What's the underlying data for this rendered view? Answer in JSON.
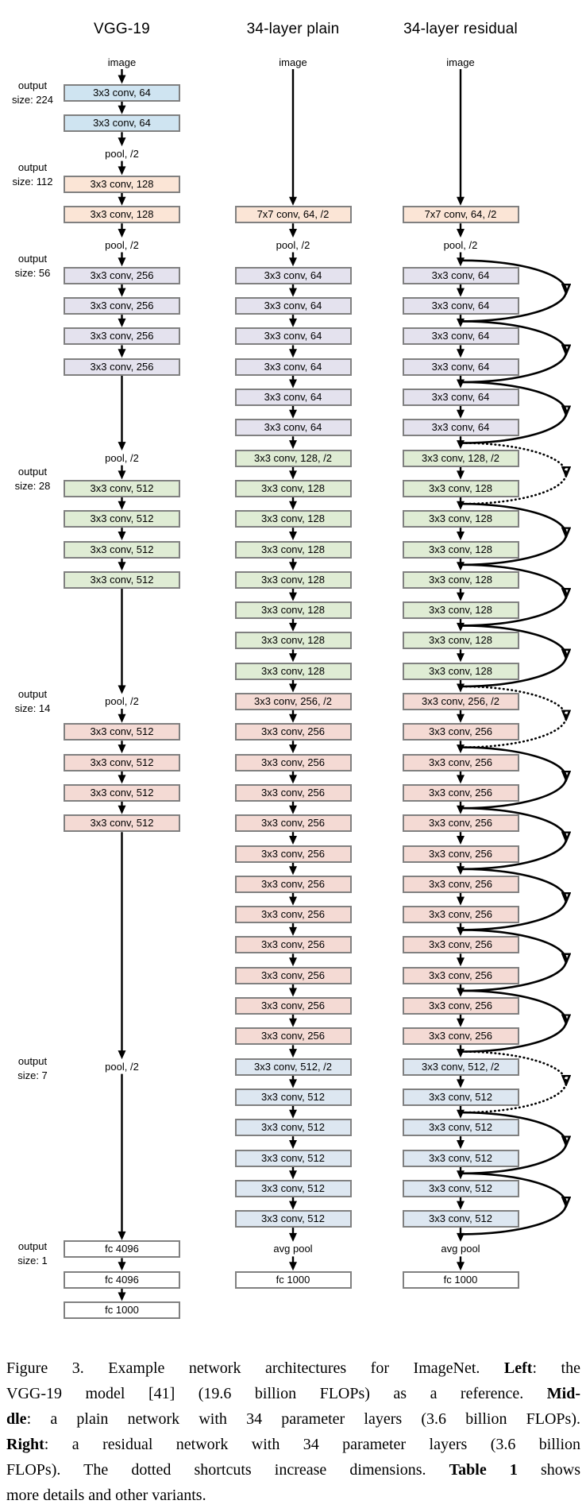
{
  "figure": {
    "columns": [
      {
        "id": "vgg19",
        "title": "VGG-19",
        "input_label": "image",
        "rows": [
          {
            "row": 0,
            "kind": "box",
            "label": "3x3 conv, 64",
            "color": "blue"
          },
          {
            "row": 1,
            "kind": "box",
            "label": "3x3 conv, 64",
            "color": "blue"
          },
          {
            "row": 2,
            "kind": "text",
            "label": "pool, /2"
          },
          {
            "row": 3,
            "kind": "box",
            "label": "3x3 conv, 128",
            "color": "orange"
          },
          {
            "row": 4,
            "kind": "box",
            "label": "3x3 conv, 128",
            "color": "orange"
          },
          {
            "row": 5,
            "kind": "text",
            "label": "pool, /2"
          },
          {
            "row": 6,
            "kind": "box",
            "label": "3x3 conv, 256",
            "color": "lavender"
          },
          {
            "row": 7,
            "kind": "box",
            "label": "3x3 conv, 256",
            "color": "lavender"
          },
          {
            "row": 8,
            "kind": "box",
            "label": "3x3 conv, 256",
            "color": "lavender"
          },
          {
            "row": 9,
            "kind": "box",
            "label": "3x3 conv, 256",
            "color": "lavender"
          },
          {
            "row": 12,
            "kind": "text",
            "label": "pool, /2"
          },
          {
            "row": 13,
            "kind": "box",
            "label": "3x3 conv, 512",
            "color": "green"
          },
          {
            "row": 14,
            "kind": "box",
            "label": "3x3 conv, 512",
            "color": "green"
          },
          {
            "row": 15,
            "kind": "box",
            "label": "3x3 conv, 512",
            "color": "green"
          },
          {
            "row": 16,
            "kind": "box",
            "label": "3x3 conv, 512",
            "color": "green"
          },
          {
            "row": 20,
            "kind": "text",
            "label": "pool, /2"
          },
          {
            "row": 21,
            "kind": "box",
            "label": "3x3 conv, 512",
            "color": "pink"
          },
          {
            "row": 22,
            "kind": "box",
            "label": "3x3 conv, 512",
            "color": "pink"
          },
          {
            "row": 23,
            "kind": "box",
            "label": "3x3 conv, 512",
            "color": "pink"
          },
          {
            "row": 24,
            "kind": "box",
            "label": "3x3 conv, 512",
            "color": "pink"
          },
          {
            "row": 32,
            "kind": "text",
            "label": "pool, /2"
          },
          {
            "row": 38,
            "kind": "box",
            "label": "fc 4096",
            "color": "white"
          },
          {
            "row": 39,
            "kind": "box",
            "label": "fc 4096",
            "color": "white"
          },
          {
            "row": 40,
            "kind": "box",
            "label": "fc 1000",
            "color": "white"
          }
        ],
        "shortcuts": []
      },
      {
        "id": "plain34",
        "title": "34-layer plain",
        "input_label": "image",
        "rows": [
          {
            "row": 4,
            "kind": "box",
            "label": "7x7 conv, 64, /2",
            "color": "orange"
          },
          {
            "row": 5,
            "kind": "text",
            "label": "pool, /2"
          },
          {
            "row": 6,
            "kind": "box",
            "label": "3x3 conv, 64",
            "color": "lavender"
          },
          {
            "row": 7,
            "kind": "box",
            "label": "3x3 conv, 64",
            "color": "lavender"
          },
          {
            "row": 8,
            "kind": "box",
            "label": "3x3 conv, 64",
            "color": "lavender"
          },
          {
            "row": 9,
            "kind": "box",
            "label": "3x3 conv, 64",
            "color": "lavender"
          },
          {
            "row": 10,
            "kind": "box",
            "label": "3x3 conv, 64",
            "color": "lavender"
          },
          {
            "row": 11,
            "kind": "box",
            "label": "3x3 conv, 64",
            "color": "lavender"
          },
          {
            "row": 12,
            "kind": "box",
            "label": "3x3 conv, 128, /2",
            "color": "green"
          },
          {
            "row": 13,
            "kind": "box",
            "label": "3x3 conv, 128",
            "color": "green"
          },
          {
            "row": 14,
            "kind": "box",
            "label": "3x3 conv, 128",
            "color": "green"
          },
          {
            "row": 15,
            "kind": "box",
            "label": "3x3 conv, 128",
            "color": "green"
          },
          {
            "row": 16,
            "kind": "box",
            "label": "3x3 conv, 128",
            "color": "green"
          },
          {
            "row": 17,
            "kind": "box",
            "label": "3x3 conv, 128",
            "color": "green"
          },
          {
            "row": 18,
            "kind": "box",
            "label": "3x3 conv, 128",
            "color": "green"
          },
          {
            "row": 19,
            "kind": "box",
            "label": "3x3 conv, 128",
            "color": "green"
          },
          {
            "row": 20,
            "kind": "box",
            "label": "3x3 conv, 256, /2",
            "color": "pink"
          },
          {
            "row": 21,
            "kind": "box",
            "label": "3x3 conv, 256",
            "color": "pink"
          },
          {
            "row": 22,
            "kind": "box",
            "label": "3x3 conv, 256",
            "color": "pink"
          },
          {
            "row": 23,
            "kind": "box",
            "label": "3x3 conv, 256",
            "color": "pink"
          },
          {
            "row": 24,
            "kind": "box",
            "label": "3x3 conv, 256",
            "color": "pink"
          },
          {
            "row": 25,
            "kind": "box",
            "label": "3x3 conv, 256",
            "color": "pink"
          },
          {
            "row": 26,
            "kind": "box",
            "label": "3x3 conv, 256",
            "color": "pink"
          },
          {
            "row": 27,
            "kind": "box",
            "label": "3x3 conv, 256",
            "color": "pink"
          },
          {
            "row": 28,
            "kind": "box",
            "label": "3x3 conv, 256",
            "color": "pink"
          },
          {
            "row": 29,
            "kind": "box",
            "label": "3x3 conv, 256",
            "color": "pink"
          },
          {
            "row": 30,
            "kind": "box",
            "label": "3x3 conv, 256",
            "color": "pink"
          },
          {
            "row": 31,
            "kind": "box",
            "label": "3x3 conv, 256",
            "color": "pink"
          },
          {
            "row": 32,
            "kind": "box",
            "label": "3x3 conv, 512, /2",
            "color": "bluegray"
          },
          {
            "row": 33,
            "kind": "box",
            "label": "3x3 conv, 512",
            "color": "bluegray"
          },
          {
            "row": 34,
            "kind": "box",
            "label": "3x3 conv, 512",
            "color": "bluegray"
          },
          {
            "row": 35,
            "kind": "box",
            "label": "3x3 conv, 512",
            "color": "bluegray"
          },
          {
            "row": 36,
            "kind": "box",
            "label": "3x3 conv, 512",
            "color": "bluegray"
          },
          {
            "row": 37,
            "kind": "box",
            "label": "3x3 conv, 512",
            "color": "bluegray"
          },
          {
            "row": 38,
            "kind": "text",
            "label": "avg pool"
          },
          {
            "row": 39,
            "kind": "box",
            "label": "fc 1000",
            "color": "white"
          }
        ],
        "shortcuts": []
      },
      {
        "id": "residual34",
        "title": "34-layer residual",
        "input_label": "image",
        "rows": [
          {
            "row": 4,
            "kind": "box",
            "label": "7x7 conv, 64, /2",
            "color": "orange"
          },
          {
            "row": 5,
            "kind": "text",
            "label": "pool, /2"
          },
          {
            "row": 6,
            "kind": "box",
            "label": "3x3 conv, 64",
            "color": "lavender"
          },
          {
            "row": 7,
            "kind": "box",
            "label": "3x3 conv, 64",
            "color": "lavender"
          },
          {
            "row": 8,
            "kind": "box",
            "label": "3x3 conv, 64",
            "color": "lavender"
          },
          {
            "row": 9,
            "kind": "box",
            "label": "3x3 conv, 64",
            "color": "lavender"
          },
          {
            "row": 10,
            "kind": "box",
            "label": "3x3 conv, 64",
            "color": "lavender"
          },
          {
            "row": 11,
            "kind": "box",
            "label": "3x3 conv, 64",
            "color": "lavender"
          },
          {
            "row": 12,
            "kind": "box",
            "label": "3x3 conv, 128, /2",
            "color": "green"
          },
          {
            "row": 13,
            "kind": "box",
            "label": "3x3 conv, 128",
            "color": "green"
          },
          {
            "row": 14,
            "kind": "box",
            "label": "3x3 conv, 128",
            "color": "green"
          },
          {
            "row": 15,
            "kind": "box",
            "label": "3x3 conv, 128",
            "color": "green"
          },
          {
            "row": 16,
            "kind": "box",
            "label": "3x3 conv, 128",
            "color": "green"
          },
          {
            "row": 17,
            "kind": "box",
            "label": "3x3 conv, 128",
            "color": "green"
          },
          {
            "row": 18,
            "kind": "box",
            "label": "3x3 conv, 128",
            "color": "green"
          },
          {
            "row": 19,
            "kind": "box",
            "label": "3x3 conv, 128",
            "color": "green"
          },
          {
            "row": 20,
            "kind": "box",
            "label": "3x3 conv, 256, /2",
            "color": "pink"
          },
          {
            "row": 21,
            "kind": "box",
            "label": "3x3 conv, 256",
            "color": "pink"
          },
          {
            "row": 22,
            "kind": "box",
            "label": "3x3 conv, 256",
            "color": "pink"
          },
          {
            "row": 23,
            "kind": "box",
            "label": "3x3 conv, 256",
            "color": "pink"
          },
          {
            "row": 24,
            "kind": "box",
            "label": "3x3 conv, 256",
            "color": "pink"
          },
          {
            "row": 25,
            "kind": "box",
            "label": "3x3 conv, 256",
            "color": "pink"
          },
          {
            "row": 26,
            "kind": "box",
            "label": "3x3 conv, 256",
            "color": "pink"
          },
          {
            "row": 27,
            "kind": "box",
            "label": "3x3 conv, 256",
            "color": "pink"
          },
          {
            "row": 28,
            "kind": "box",
            "label": "3x3 conv, 256",
            "color": "pink"
          },
          {
            "row": 29,
            "kind": "box",
            "label": "3x3 conv, 256",
            "color": "pink"
          },
          {
            "row": 30,
            "kind": "box",
            "label": "3x3 conv, 256",
            "color": "pink"
          },
          {
            "row": 31,
            "kind": "box",
            "label": "3x3 conv, 256",
            "color": "pink"
          },
          {
            "row": 32,
            "kind": "box",
            "label": "3x3 conv, 512, /2",
            "color": "bluegray"
          },
          {
            "row": 33,
            "kind": "box",
            "label": "3x3 conv, 512",
            "color": "bluegray"
          },
          {
            "row": 34,
            "kind": "box",
            "label": "3x3 conv, 512",
            "color": "bluegray"
          },
          {
            "row": 35,
            "kind": "box",
            "label": "3x3 conv, 512",
            "color": "bluegray"
          },
          {
            "row": 36,
            "kind": "box",
            "label": "3x3 conv, 512",
            "color": "bluegray"
          },
          {
            "row": 37,
            "kind": "box",
            "label": "3x3 conv, 512",
            "color": "bluegray"
          },
          {
            "row": 38,
            "kind": "text",
            "label": "avg pool"
          },
          {
            "row": 39,
            "kind": "box",
            "label": "fc 1000",
            "color": "white"
          }
        ],
        "shortcuts": [
          {
            "from": 6,
            "to": 8,
            "style": "solid"
          },
          {
            "from": 8,
            "to": 10,
            "style": "solid"
          },
          {
            "from": 10,
            "to": 12,
            "style": "solid"
          },
          {
            "from": 12,
            "to": 14,
            "style": "dashed"
          },
          {
            "from": 14,
            "to": 16,
            "style": "solid"
          },
          {
            "from": 16,
            "to": 18,
            "style": "solid"
          },
          {
            "from": 18,
            "to": 20,
            "style": "solid"
          },
          {
            "from": 20,
            "to": 22,
            "style": "dashed"
          },
          {
            "from": 22,
            "to": 24,
            "style": "solid"
          },
          {
            "from": 24,
            "to": 26,
            "style": "solid"
          },
          {
            "from": 26,
            "to": 28,
            "style": "solid"
          },
          {
            "from": 28,
            "to": 30,
            "style": "solid"
          },
          {
            "from": 30,
            "to": 32,
            "style": "solid"
          },
          {
            "from": 32,
            "to": 34,
            "style": "dashed"
          },
          {
            "from": 34,
            "to": 36,
            "style": "solid"
          },
          {
            "from": 36,
            "to": 38,
            "style": "solid"
          }
        ]
      }
    ],
    "output_size_labels": [
      {
        "line1": "output",
        "line2": "size: 224",
        "row_center": 0
      },
      {
        "line1": "output",
        "line2": "size: 112",
        "row_center": 2.7
      },
      {
        "line1": "output",
        "line2": "size: 56",
        "row_center": 5.7
      },
      {
        "line1": "output",
        "line2": "size: 28",
        "row_center": 12.7
      },
      {
        "line1": "output",
        "line2": "size: 14",
        "row_center": 20
      },
      {
        "line1": "output",
        "line2": "size: 7",
        "row_center": 32.05
      },
      {
        "line1": "output",
        "line2": "size: 1",
        "row_center": 38.15
      }
    ],
    "colors": {
      "blue": "#cfe4f1",
      "orange": "#fbe5d6",
      "lavender": "#e4e2ee",
      "green": "#dfecd4",
      "pink": "#f4dad4",
      "bluegray": "#dde7f1",
      "white": "#ffffff",
      "box_border": "#808080",
      "line": "#000000"
    }
  },
  "caption": {
    "lines": [
      [
        {
          "text": "Figure 3. Example network architectures for ImageNet. ",
          "bold": false
        },
        {
          "text": "Left",
          "bold": true
        },
        {
          "text": ": the",
          "bold": false
        }
      ],
      [
        {
          "text": "VGG-19 model [41] (19.6 billion FLOPs) as a reference. ",
          "bold": false
        },
        {
          "text": "Mid-",
          "bold": true
        }
      ],
      [
        {
          "text": "dle",
          "bold": true
        },
        {
          "text": ": a plain network with 34 parameter layers (3.6 billion FLOPs).",
          "bold": false
        }
      ],
      [
        {
          "text": "Right",
          "bold": true
        },
        {
          "text": ": a residual network with 34 parameter layers (3.6 billion",
          "bold": false
        }
      ],
      [
        {
          "text": "FLOPs). The dotted shortcuts increase dimensions. ",
          "bold": false
        },
        {
          "text": "Table 1",
          "bold": true
        },
        {
          "text": " shows",
          "bold": false
        }
      ],
      [
        {
          "text": "more details and other variants.",
          "bold": false
        }
      ]
    ]
  }
}
